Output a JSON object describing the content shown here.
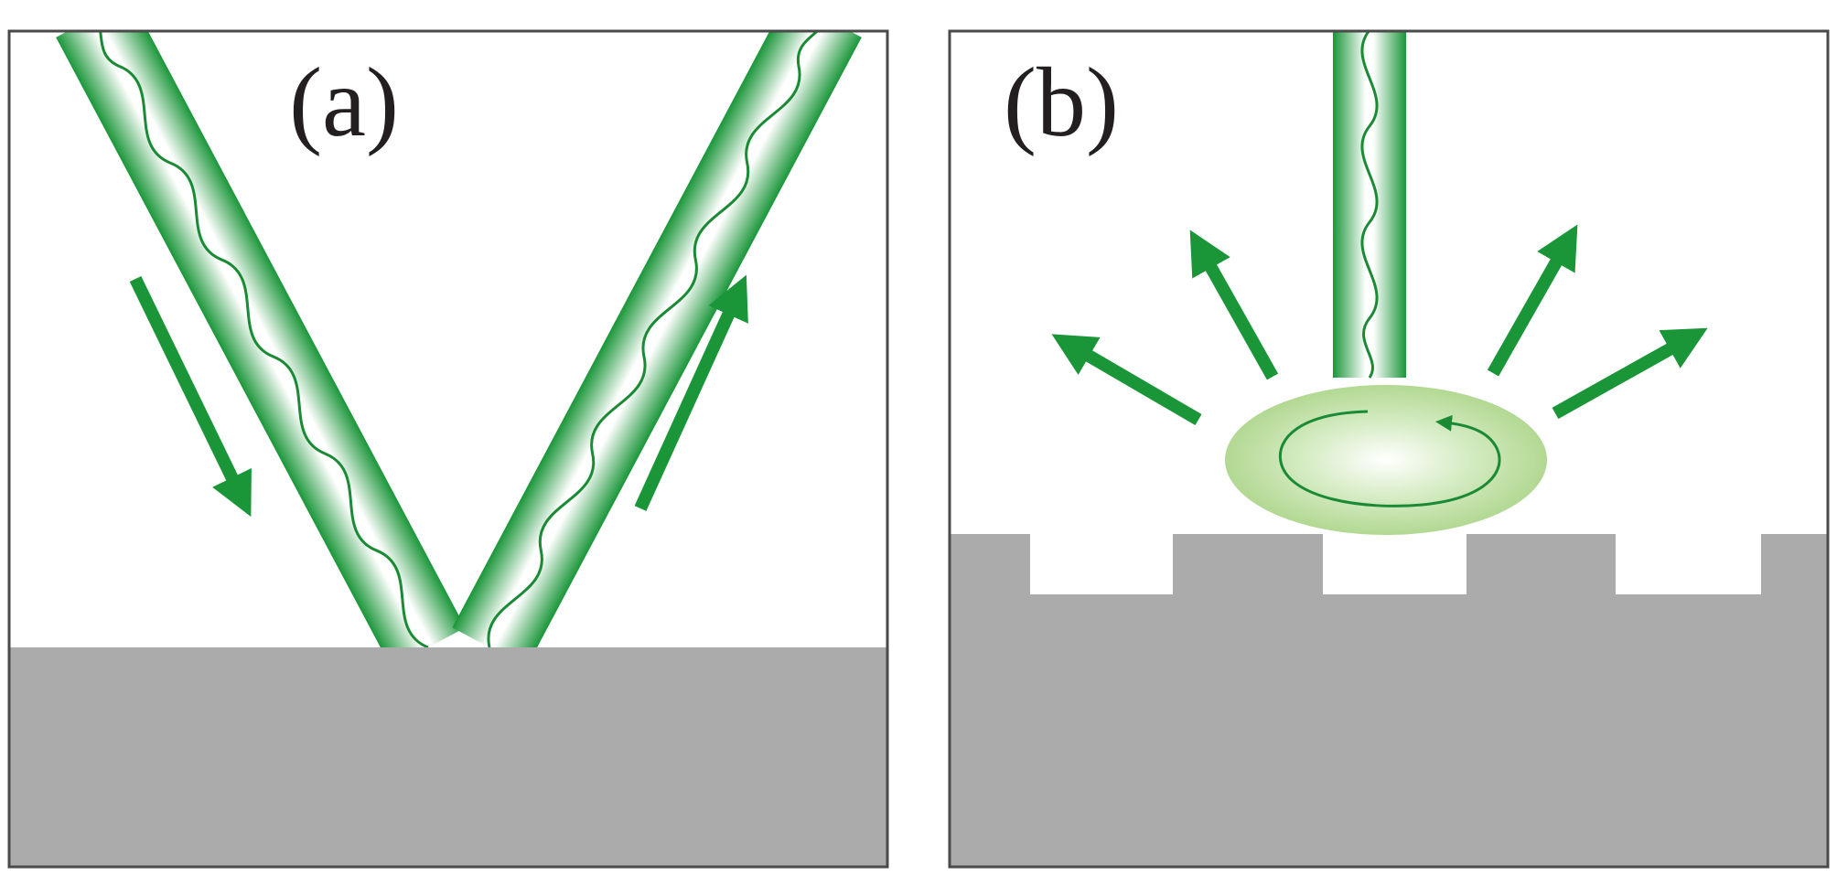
{
  "panels": [
    {
      "id": "a",
      "label": "(a)"
    },
    {
      "id": "b",
      "label": "(b)"
    }
  ],
  "colors": {
    "beam_green": "#1a9639",
    "beam_green_light": "#ffffff",
    "wave_line": "#1a8a35",
    "arrow_green": "#1a9639",
    "glow_green": "#9fd27c",
    "substrate_gray": "#ababab",
    "frame_stroke": "#4a4a4a"
  },
  "icons": {
    "panel_a": [
      "incident-beam",
      "reflected-beam",
      "down-arrow-icon",
      "up-arrow-icon",
      "flat-surface"
    ],
    "panel_b": [
      "vertical-beam",
      "scattering-arrow-icon",
      "plasmon-glow",
      "circulation-arrow-icon",
      "grating-surface"
    ]
  }
}
